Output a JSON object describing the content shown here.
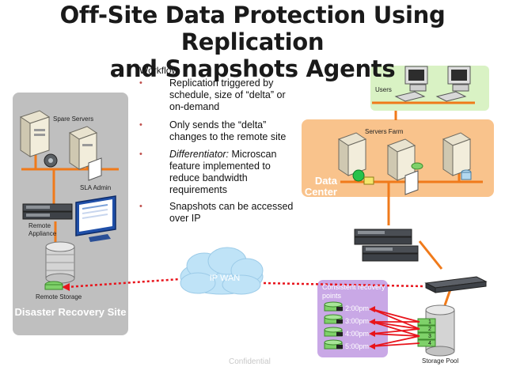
{
  "title_line1": "Off-Site Data Protection Using Replication",
  "title_line2": "and Snapshots Agents",
  "workflow": {
    "heading": "Workflow",
    "bullets": [
      "Replication triggered by schedule, size of “delta” or on-demand",
      "Only sends the “delta” changes to the remote site",
      "Differentiator: Microscan feature implemented to reduce bandwidth requirements",
      "Snapshots can be accessed over IP"
    ]
  },
  "disaster_site": {
    "label": "Disaster Recovery Site",
    "spare_servers": "Spare Servers",
    "sla_admin": "SLA Admin",
    "remote_appliance": "Remote Appliance",
    "remote_storage": "Remote Storage"
  },
  "users_label": "Users",
  "data_center": {
    "label": "Data Center",
    "servers_farm": "Servers Farm"
  },
  "network": {
    "label": "IP WAN"
  },
  "recovery_points": {
    "label": "Consistent recovery points",
    "times": [
      "2:00pm",
      "3:00pm",
      "4:00pm",
      "5:00pm"
    ]
  },
  "storage_pool": {
    "label": "Storage Pool",
    "slices": [
      "1",
      "2",
      "3",
      "4"
    ]
  },
  "footer": "Confidential",
  "colors": {
    "orange_line": "#f07a1a",
    "red_arrow": "#e8141c",
    "green_disk": "#7fd16a",
    "dr_panel": "#bfbfbf",
    "dc_panel": "#f9c38c",
    "crp_panel": "#c9a8e6",
    "users_panel": "#d9f2c4",
    "cloud": "#bfe3f7"
  }
}
